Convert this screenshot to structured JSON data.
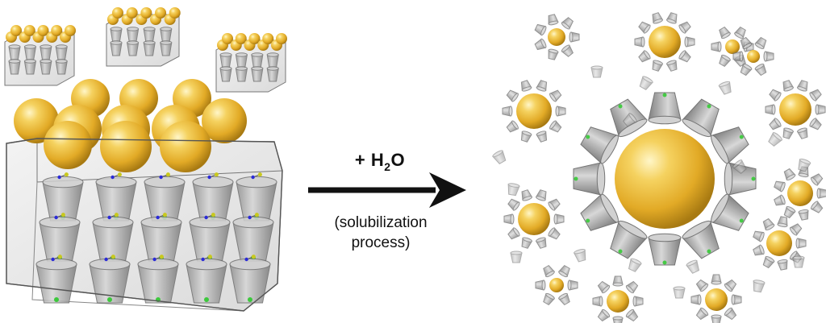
{
  "reaction": {
    "reagent_prefix": "+ H",
    "reagent_subscript": "2",
    "reagent_suffix": "O",
    "process_line1": "(solubilization",
    "process_line2": "process)"
  },
  "colors": {
    "gold": "#e8b93a",
    "gold_highlight": "#fff6c8",
    "gold_shadow": "#a87a12",
    "cage_gray": "#b9b9b9",
    "cage_edge": "#6e6e6e",
    "nitrogen": "#2a2ad8",
    "sulfur": "#c8c81e",
    "chlorine": "#3cc83c",
    "arrow": "#111111"
  }
}
